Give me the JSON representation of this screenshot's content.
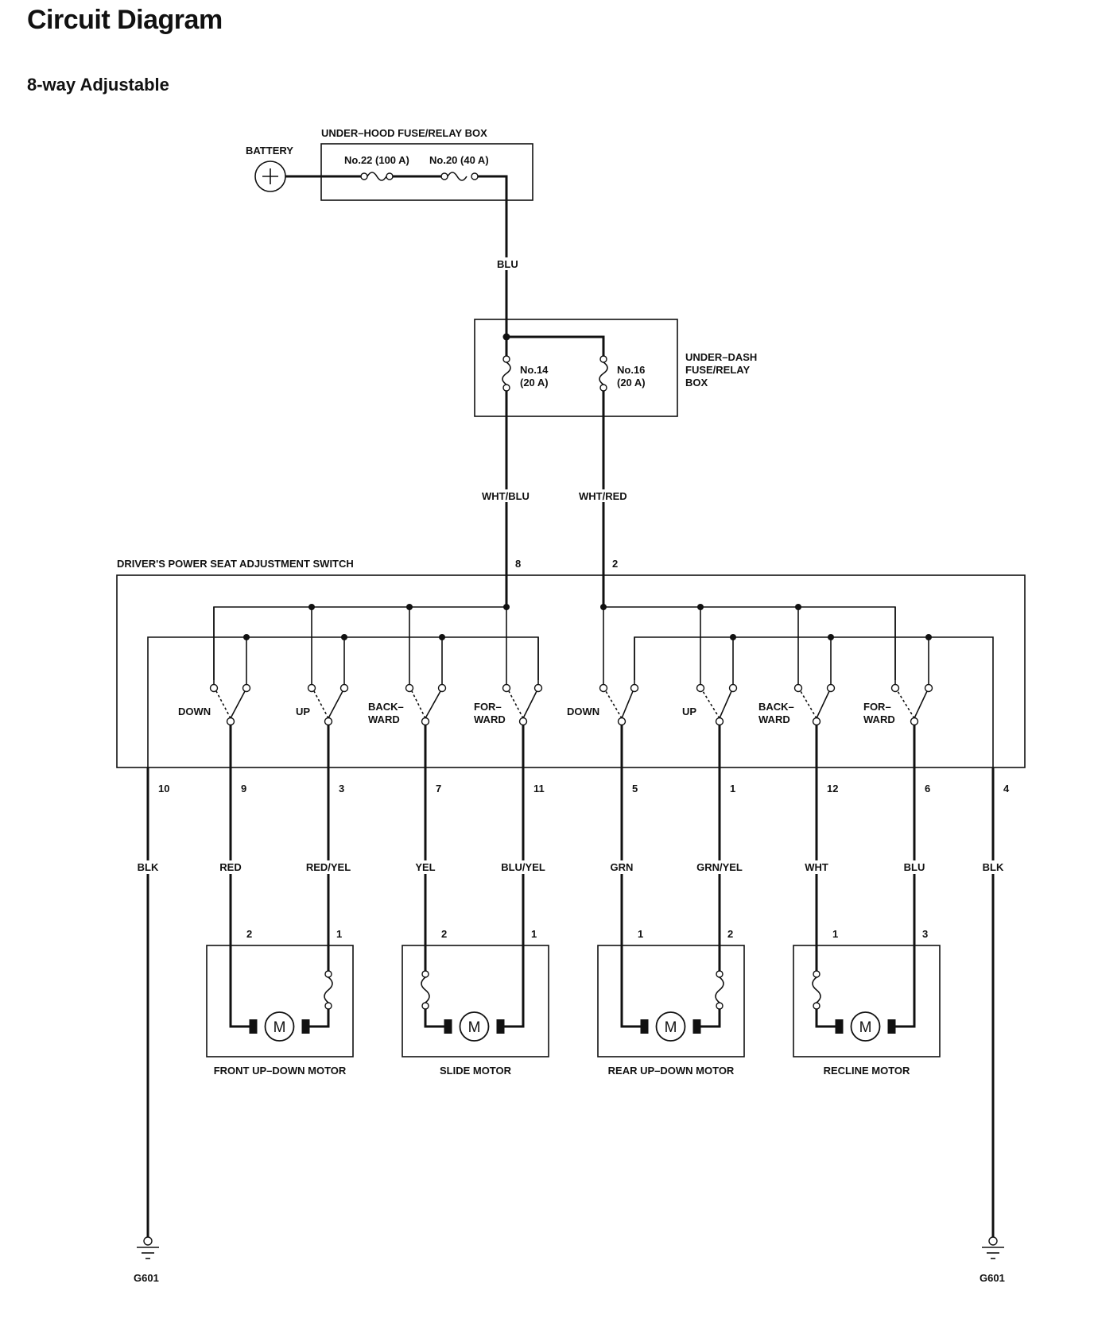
{
  "header": {
    "title": "Circuit Diagram",
    "subtitle": "8-way Adjustable"
  },
  "battery": {
    "label": "BATTERY"
  },
  "under_hood_box": {
    "label": "UNDER–HOOD FUSE/RELAY BOX",
    "fuse_a": "No.22 (100 A)",
    "fuse_b": "No.20 (40 A)"
  },
  "under_dash_box": {
    "label_lines": [
      "UNDER–DASH",
      "FUSE/RELAY",
      "BOX"
    ],
    "fuse_14": [
      "No.14",
      "(20 A)"
    ],
    "fuse_16": [
      "No.16",
      "(20 A)"
    ]
  },
  "feed_wires": {
    "main": "BLU",
    "left": "WHT/BLU",
    "right": "WHT/RED",
    "left_pin": "8",
    "right_pin": "2"
  },
  "switch": {
    "label": "DRIVER'S POWER SEAT ADJUSTMENT SWITCH",
    "positions": [
      {
        "name": [
          "DOWN"
        ]
      },
      {
        "name": [
          "UP"
        ]
      },
      {
        "name": [
          "BACK–",
          "WARD"
        ]
      },
      {
        "name": [
          "FOR–",
          "WARD"
        ]
      },
      {
        "name": [
          "DOWN"
        ]
      },
      {
        "name": [
          "UP"
        ]
      },
      {
        "name": [
          "BACK–",
          "WARD"
        ]
      },
      {
        "name": [
          "FOR–",
          "WARD"
        ]
      }
    ]
  },
  "wires": [
    {
      "pin": "10",
      "color": "BLK"
    },
    {
      "pin": "9",
      "color": "RED"
    },
    {
      "pin": "3",
      "color": "RED/YEL"
    },
    {
      "pin": "7",
      "color": "YEL"
    },
    {
      "pin": "11",
      "color": "BLU/YEL"
    },
    {
      "pin": "5",
      "color": "GRN"
    },
    {
      "pin": "1",
      "color": "GRN/YEL"
    },
    {
      "pin": "12",
      "color": "WHT"
    },
    {
      "pin": "6",
      "color": "BLU"
    },
    {
      "pin": "4",
      "color": "BLK"
    }
  ],
  "motors": [
    {
      "name": "FRONT UP–DOWN MOTOR",
      "pin_left": "2",
      "pin_right": "1",
      "symbol": "M"
    },
    {
      "name": "SLIDE MOTOR",
      "pin_left": "2",
      "pin_right": "1",
      "symbol": "M"
    },
    {
      "name": "REAR UP–DOWN MOTOR",
      "pin_left": "1",
      "pin_right": "2",
      "symbol": "M"
    },
    {
      "name": "RECLINE MOTOR",
      "pin_left": "1",
      "pin_right": "3",
      "symbol": "M"
    }
  ],
  "grounds": [
    {
      "label": "G601"
    },
    {
      "label": "G601"
    }
  ]
}
